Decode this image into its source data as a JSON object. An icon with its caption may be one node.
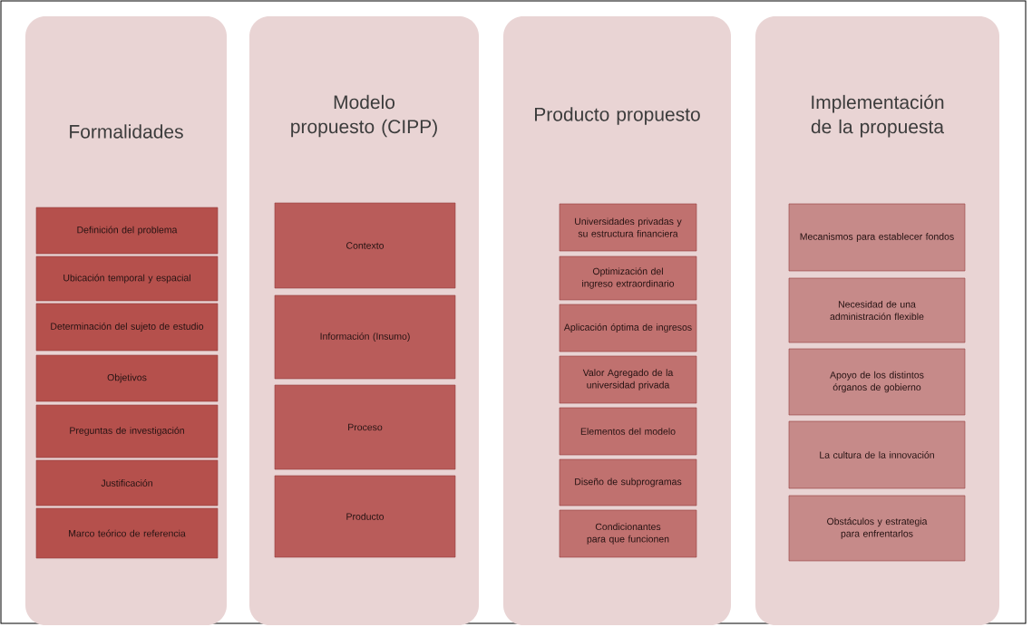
{
  "diagram": {
    "nodes": [
      {
        "text": [
          "Formalidades"
        ]
      },
      {
        "text": [
          "Definición del problema"
        ],
        "in": 0
      },
      {
        "text": [
          "Ubicación temporal y espacial"
        ],
        "in": 0
      },
      {
        "text": [
          "Determinación del sujeto de estudio"
        ],
        "in": 0
      },
      {
        "text": [
          "Objetivos"
        ],
        "in": 0
      },
      {
        "text": [
          "Preguntas de investigación"
        ],
        "in": 0
      },
      {
        "text": [
          "Justificación"
        ],
        "in": 0
      },
      {
        "text": [
          "Marco teórico de referencia"
        ],
        "in": 0
      },
      {
        "text": [
          "Modelo propuesto (CIPP)"
        ]
      },
      {
        "text": [
          "Contexto"
        ],
        "in": 8
      },
      {
        "text": [
          "Información (Insumo)"
        ],
        "in": 8
      },
      {
        "text": [
          "Proceso"
        ],
        "in": 8
      },
      {
        "text": [
          "Producto"
        ],
        "in": 8
      },
      {
        "text": [
          "Producto propuesto"
        ]
      },
      {
        "text": [
          "Universidades privadas y su estructura financiera"
        ],
        "in": 13
      },
      {
        "text": [
          "Optimización del ingreso extraordinario"
        ],
        "in": 13
      },
      {
        "text": [
          "Aplicación óptima de ingresos"
        ],
        "in": 13
      },
      {
        "text": [
          "Valor Agregado de la universidad privada"
        ],
        "in": 13
      },
      {
        "text": [
          "Elementos del modelo"
        ],
        "in": 13
      },
      {
        "text": [
          "Diseño de subprogramas"
        ],
        "in": 13
      },
      {
        "text": [
          "Condicionantes para que funcionen"
        ],
        "in": 13
      },
      {
        "text": [
          "Implementación de la propuesta"
        ]
      },
      {
        "text": [
          "Mecanismos para establecer fondos"
        ],
        "in": 21
      },
      {
        "text": [
          "Necesidad de una administración flexible"
        ],
        "in": 21
      },
      {
        "text": [
          "Apoyo de los distintos órganos de gobierno"
        ],
        "in": 21
      },
      {
        "text": [
          "La cultura de la innovación"
        ],
        "in": 21
      },
      {
        "text": [
          "Obstáculos y estrategia para enfrentarlos"
        ],
        "in": 21
      }
    ]
  }
}
